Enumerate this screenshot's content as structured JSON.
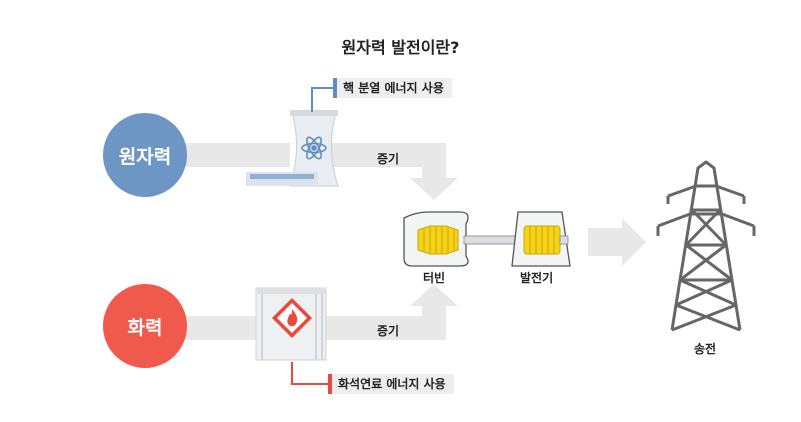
{
  "title": "원자력 발전이란?",
  "nodes": {
    "nuclear": {
      "label": "원자력",
      "color": "#6d96c5"
    },
    "thermal": {
      "label": "화력",
      "color": "#ef5a4d"
    },
    "turbine": {
      "label": "터빈"
    },
    "generator": {
      "label": "발전기"
    },
    "transmission": {
      "label": "송전"
    }
  },
  "flows": {
    "steam_top": "증기",
    "steam_bottom": "증기"
  },
  "tags": {
    "nuclear_energy": "핵 분열 에너지 사용",
    "fossil_energy": "화석연료 에너지 사용"
  },
  "colors": {
    "pipe": "#e8e8e8",
    "rotor": "#f6d21a",
    "tower": "#666666",
    "accent_blue": "#5d8ec1",
    "accent_red": "#ea4a3d"
  },
  "icons": [
    "atom-icon",
    "flame-hazard-icon",
    "transmission-tower-icon"
  ]
}
